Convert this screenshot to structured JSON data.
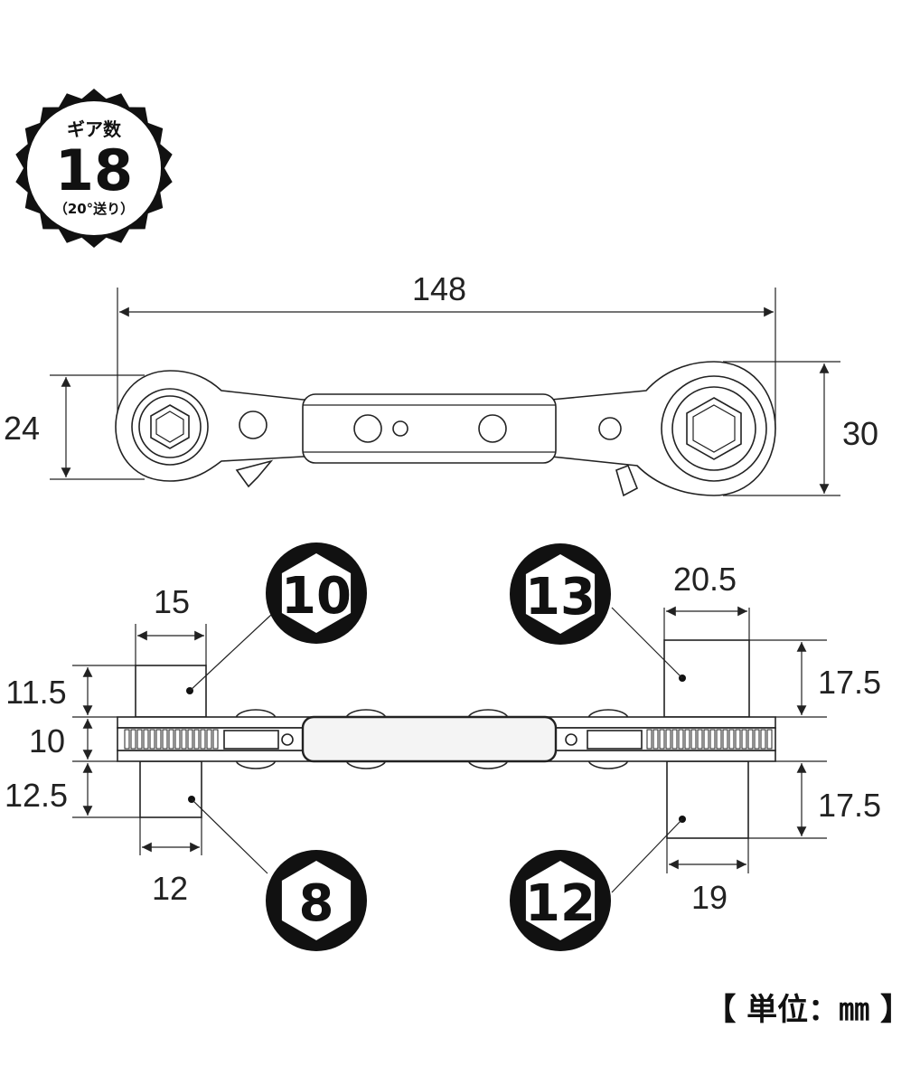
{
  "badge": {
    "line1": "ギア数",
    "number": "18",
    "line3": "（20°送り）"
  },
  "top_view": {
    "length": "148",
    "left_height": "24",
    "right_height": "30"
  },
  "sizes": {
    "top_left": "10",
    "top_right": "13",
    "bottom_left": "8",
    "bottom_right": "12"
  },
  "side_view": {
    "top_left_width": "15",
    "top_right_width": "20.5",
    "bottom_left_width": "12",
    "bottom_right_width": "19",
    "left_top_height": "11.5",
    "thickness": "10",
    "left_bottom_height": "12.5",
    "right_top_height": "17.5",
    "right_bottom_height": "17.5"
  },
  "unit_label": "【 単位：㎜ 】"
}
